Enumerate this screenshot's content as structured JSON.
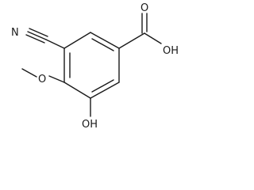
{
  "molecule": {
    "atom_labels": {
      "nitrile_nitrogen": "N",
      "carboxyl_oxygen": "O",
      "carboxyl_hydroxyl": "OH",
      "methoxy_oxygen": "O",
      "phenol_hydroxyl": "OH"
    }
  }
}
